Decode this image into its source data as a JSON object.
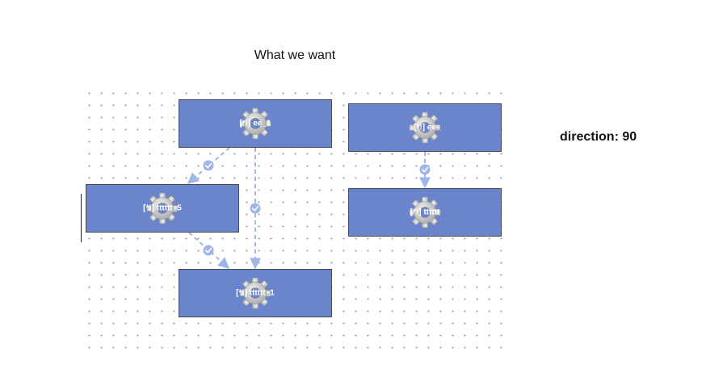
{
  "heading": "What we want",
  "direction_text": "direction: 90",
  "nodes": [
    {
      "label": "[*!] ee_1",
      "icon": "gear-icon"
    },
    {
      "label": "[*!] ee",
      "icon": "gear-icon"
    },
    {
      "label": "[*!] tttttt_5",
      "icon": "gear-icon"
    },
    {
      "label": "[*!] tttttt",
      "icon": "gear-icon"
    },
    {
      "label": "[*!] tttttt_1",
      "icon": "gear-icon"
    }
  ],
  "edges": [
    {
      "from": "[*!] ee_1",
      "to": "[*!] tttttt_5",
      "style": "dashed",
      "status": "check"
    },
    {
      "from": "[*!] ee_1",
      "to": "[*!] tttttt_1",
      "style": "dashed",
      "status": "check"
    },
    {
      "from": "[*!] tttttt_5",
      "to": "[*!] tttttt_1",
      "style": "dashed",
      "status": "check"
    },
    {
      "from": "[*!] ee",
      "to": "[*!] tttttt",
      "style": "dashed",
      "status": "check"
    }
  ],
  "colors": {
    "node_fill": "#6a85cb",
    "node_border": "#4a4a4a",
    "edge": "#9fb5e6",
    "gear": "#c8c8c8"
  }
}
